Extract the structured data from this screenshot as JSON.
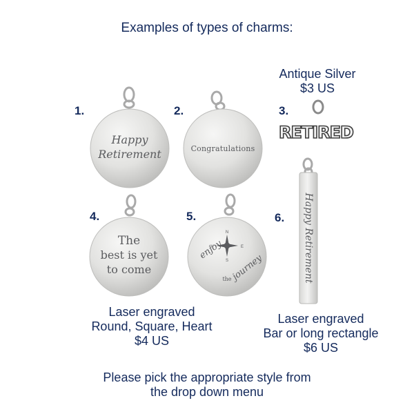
{
  "header": {
    "title": "Examples of types of charms:"
  },
  "charms": [
    {
      "number": "1.",
      "engraving": [
        "Happy",
        "Retirement"
      ]
    },
    {
      "number": "2.",
      "engraving": [
        "Congratulations"
      ]
    },
    {
      "number": "3.",
      "engraving": [
        "RETIRED"
      ]
    },
    {
      "number": "4.",
      "engraving": [
        "The",
        "best is yet",
        "to come"
      ]
    },
    {
      "number": "5.",
      "engraving": [
        "enjoy",
        "the",
        "journey"
      ],
      "compass": [
        "N",
        "W",
        "E",
        "S"
      ]
    },
    {
      "number": "6.",
      "engraving": [
        "Happy Retirement"
      ]
    }
  ],
  "groups": {
    "antique": {
      "line1": "Antique Silver",
      "line2": "$3 US"
    },
    "round": {
      "line1": "Laser engraved",
      "line2": "Round, Square, Heart",
      "line3": "$4 US"
    },
    "bar": {
      "line1": "Laser engraved",
      "line2": "Bar or long rectangle",
      "line3": "$6 US"
    }
  },
  "footer": {
    "line1": "Please pick the appropriate style from",
    "line2": "the drop down menu"
  }
}
